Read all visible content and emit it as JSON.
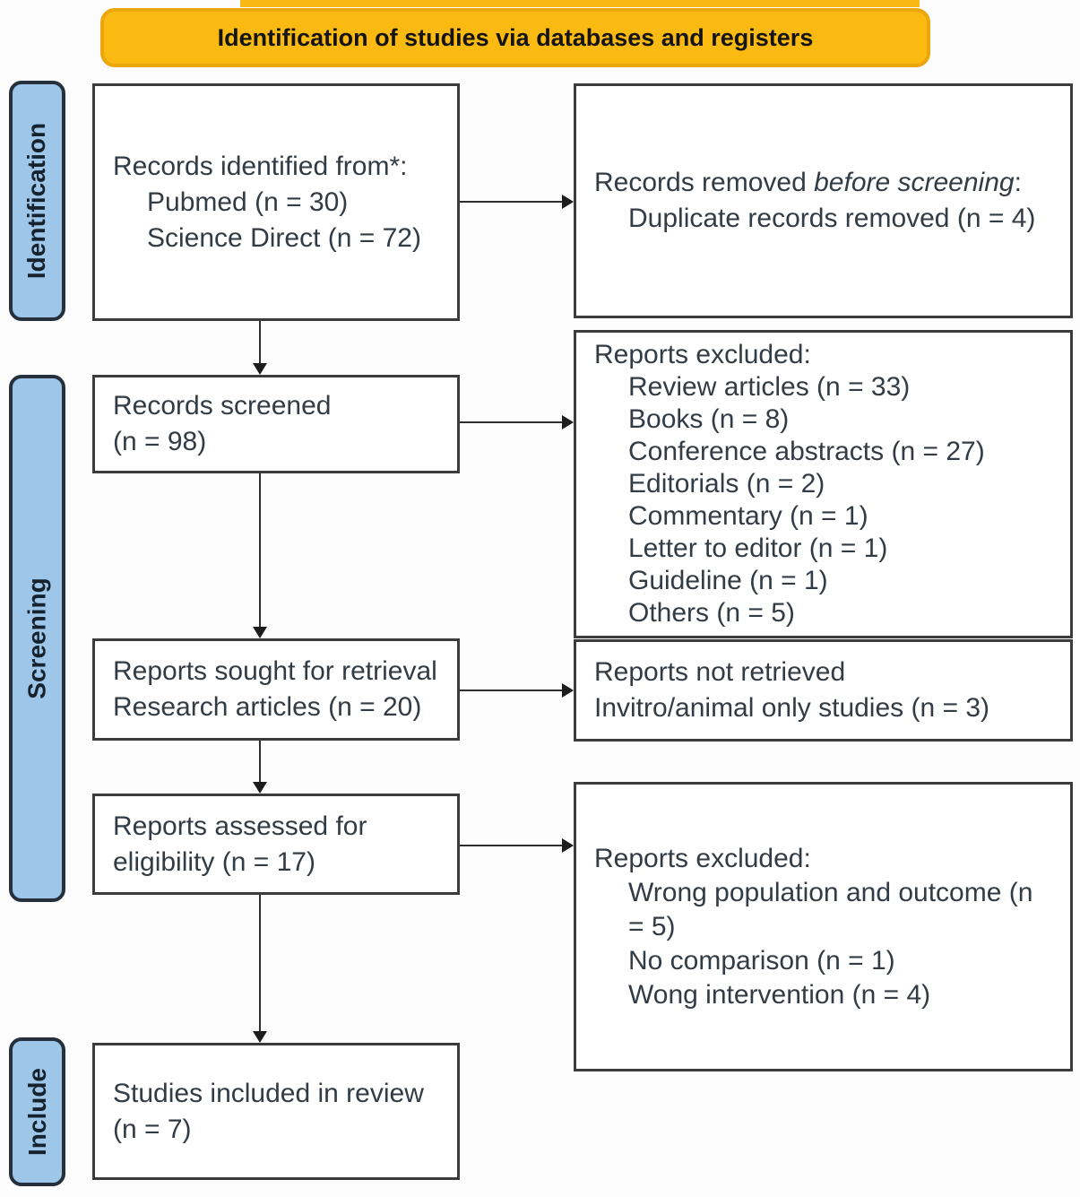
{
  "banner": {
    "title": "Identification of studies via databases and registers"
  },
  "sidebar": {
    "identification_label": "Identification",
    "screening_label": "Screening",
    "include_label": "Include"
  },
  "boxes": {
    "records_identified": {
      "title": "Records identified from*:",
      "items": [
        "Pubmed (n = 30)",
        "Science Direct (n = 72)"
      ]
    },
    "records_removed": {
      "title_prefix": "Records removed ",
      "title_italic": "before screening",
      "title_suffix": ":",
      "items": [
        "Duplicate records removed  (n = 4)"
      ]
    },
    "records_screened": {
      "lines": [
        "Records screened",
        "(n = 98)"
      ]
    },
    "reports_excluded_screening": {
      "title": "Reports excluded:",
      "items": [
        "Review articles (n = 33)",
        "Books (n = 8)",
        "Conference abstracts (n = 27)",
        "Editorials (n = 2)",
        "Commentary (n = 1)",
        "Letter to editor (n = 1)",
        "Guideline (n = 1)",
        "Others (n = 5)"
      ]
    },
    "reports_sought": {
      "lines": [
        "Reports sought for retrieval",
        "Research articles (n = 20)"
      ]
    },
    "reports_not_retrieved": {
      "lines": [
        "Reports not retrieved",
        "Invitro/animal only studies (n = 3)"
      ]
    },
    "reports_assessed": {
      "lines": [
        "Reports assessed for",
        "eligibility (n = 17)"
      ]
    },
    "reports_excluded_eligibility": {
      "title": "Reports excluded:",
      "items": [
        "Wrong population and outcome (n = 5)",
        "No comparison (n = 1)",
        "Wong intervention (n = 4)"
      ]
    },
    "studies_included": {
      "lines": [
        "Studies included in review",
        "(n = 7)"
      ]
    }
  },
  "colors": {
    "banner_fill": "#FBBA12",
    "banner_border": "#EDA50C",
    "stage_fill": "#9DC6E8",
    "stage_border": "#26303C",
    "box_border": "#3B3B3B",
    "text": "#333B44",
    "arrow": "#1C1C1C"
  }
}
